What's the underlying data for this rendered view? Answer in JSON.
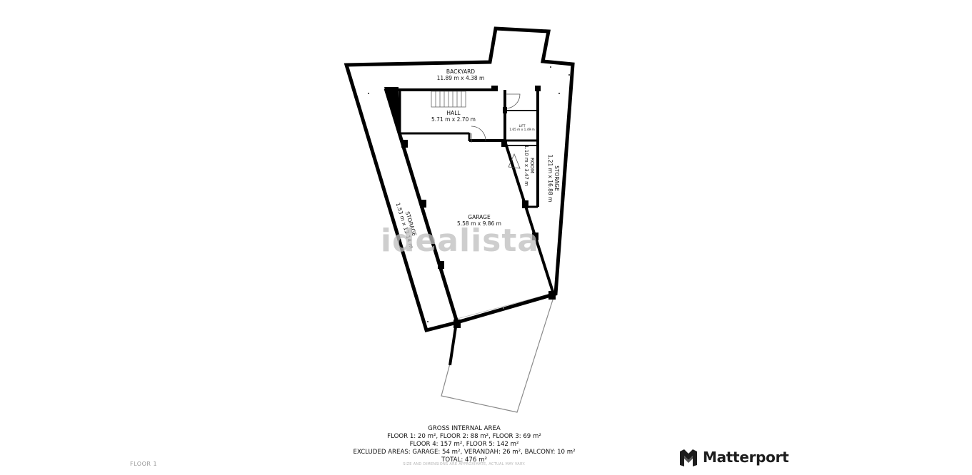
{
  "rooms": {
    "backyard": {
      "name": "BACKYARD",
      "dims": "11.89 m x 4.38 m"
    },
    "hall": {
      "name": "HALL",
      "dims": "5.71 m x 2.70 m"
    },
    "lift": {
      "name": "LIFT",
      "dims": "1.65 m x 1.49 m"
    },
    "room": {
      "name": "ROOM",
      "dims": "1.10 m x 3.47 m"
    },
    "storage_right": {
      "name": "STORAGE",
      "dims": "1.21 m x 16.88 m"
    },
    "garage": {
      "name": "GARAGE",
      "dims": "5.58 m x 9.86 m"
    },
    "storage_left": {
      "name": "STORAGE",
      "dims": "1.53 m x 13.14 m"
    }
  },
  "watermark": "idealista",
  "summary": {
    "title": "GROSS INTERNAL AREA",
    "line1": "FLOOR 1: 20 m², FLOOR 2: 88 m², FLOOR 3: 69 m²",
    "line2": "FLOOR 4: 157 m², FLOOR 5: 142 m²",
    "line3": "EXCLUDED AREAS: GARAGE: 54 m², VERANDAH: 26 m², BALCONY: 10 m²",
    "line4": "TOTAL: 476 m²"
  },
  "floor_name": "FLOOR 1",
  "disclaimer": "SIZE AND DIMENSIONS ARE APPROXIMATE, ACTUAL MAY VARY.",
  "brand": {
    "name": "Matterport",
    "icon": "matterport-logo-icon"
  }
}
